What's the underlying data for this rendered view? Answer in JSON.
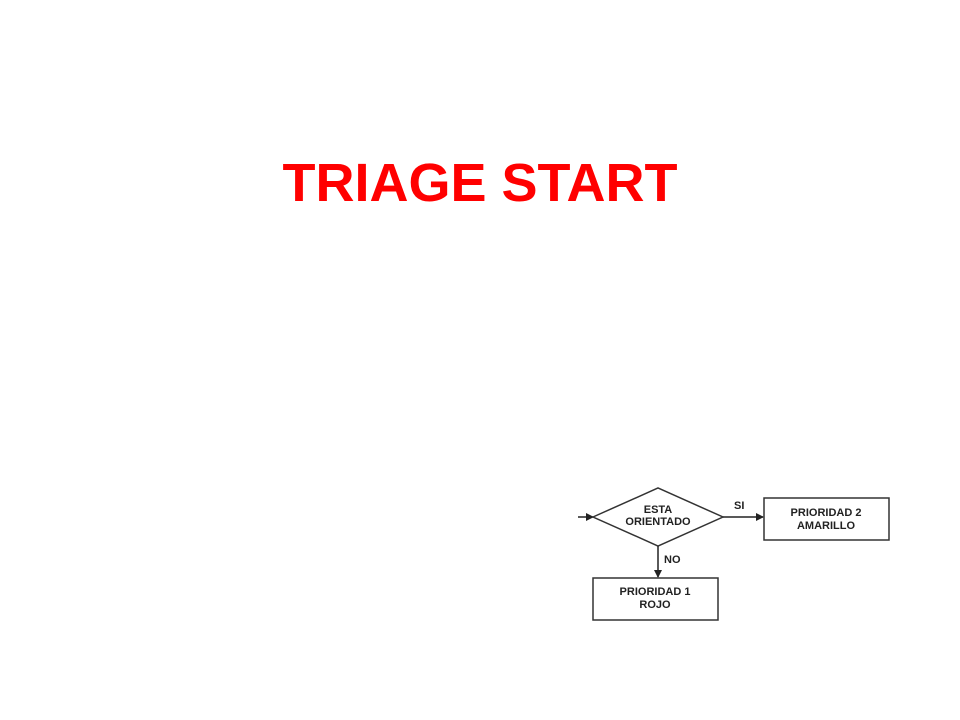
{
  "slide": {
    "title": "TRIAGE START",
    "title_color": "#ff0000"
  },
  "flowchart": {
    "decision": {
      "line1": "ESTA",
      "line2": "ORIENTADO"
    },
    "branch_yes_label": "SI",
    "branch_no_label": "NO",
    "outcome_yes": {
      "line1": "PRIORIDAD 2",
      "line2": "AMARILLO"
    },
    "outcome_no": {
      "line1": "PRIORIDAD 1",
      "line2": "ROJO"
    }
  }
}
